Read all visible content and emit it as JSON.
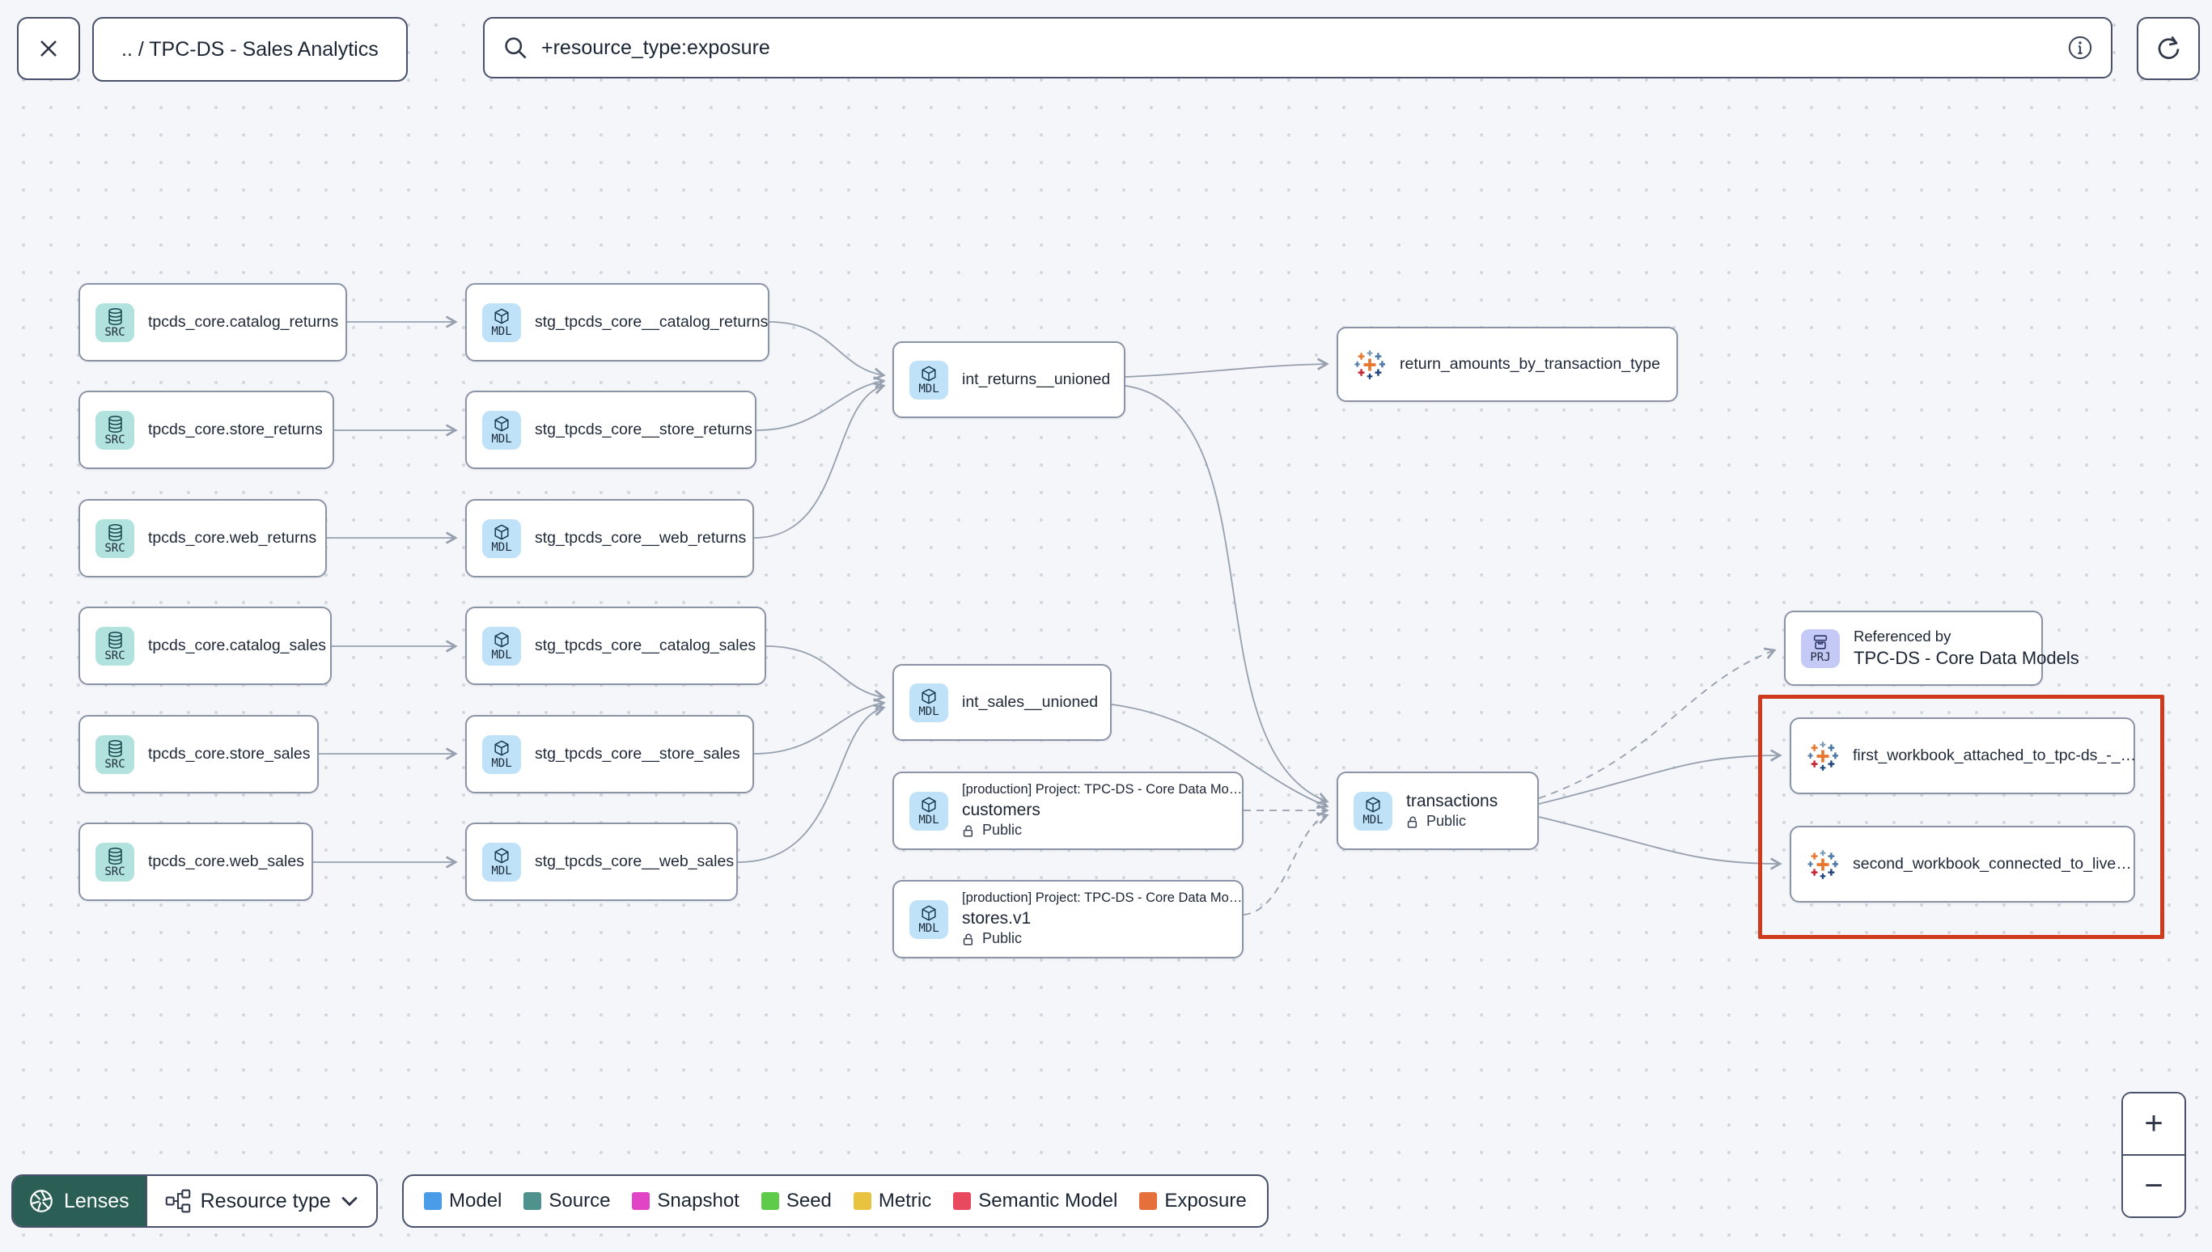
{
  "header": {
    "breadcrumb": ".. / TPC-DS - Sales Analytics",
    "search_value": "+resource_type:exposure"
  },
  "graph": {
    "badge_src": "SRC",
    "badge_mdl": "MDL",
    "badge_prj": "PRJ",
    "nodes": [
      {
        "label": "tpcds_core.catalog_returns"
      },
      {
        "label": "tpcds_core.store_returns"
      },
      {
        "label": "tpcds_core.web_returns"
      },
      {
        "label": "tpcds_core.catalog_sales"
      },
      {
        "label": "tpcds_core.store_sales"
      },
      {
        "label": "tpcds_core.web_sales"
      },
      {
        "label": "stg_tpcds_core__catalog_returns"
      },
      {
        "label": "stg_tpcds_core__store_returns"
      },
      {
        "label": "stg_tpcds_core__web_returns"
      },
      {
        "label": "stg_tpcds_core__catalog_sales"
      },
      {
        "label": "stg_tpcds_core__store_sales"
      },
      {
        "label": "stg_tpcds_core__web_sales"
      },
      {
        "label": "int_returns__unioned"
      },
      {
        "label": "int_sales__unioned"
      },
      {
        "label": "return_amounts_by_transaction_type"
      },
      {
        "project": "[production] Project: TPC-DS - Core Data Mo…",
        "label": "customers",
        "access": "Public"
      },
      {
        "project": "[production] Project: TPC-DS - Core Data Mo…",
        "label": "stores.v1",
        "access": "Public"
      },
      {
        "label": "transactions",
        "access": "Public"
      },
      {
        "title": "Referenced by",
        "label": "TPC-DS - Core Data Models"
      },
      {
        "label": "first_workbook_attached_to_tpc-ds_-_…"
      },
      {
        "label": "second_workbook_connected_to_live…"
      }
    ]
  },
  "footer": {
    "lenses_label": "Lenses",
    "resource_type_label": "Resource type",
    "legend": [
      {
        "label": "Model",
        "color": "#4a9ce8"
      },
      {
        "label": "Source",
        "color": "#4f918c"
      },
      {
        "label": "Snapshot",
        "color": "#e144c4"
      },
      {
        "label": "Seed",
        "color": "#5ecb4a"
      },
      {
        "label": "Metric",
        "color": "#e8c33f"
      },
      {
        "label": "Semantic Model",
        "color": "#e8495f"
      },
      {
        "label": "Exposure",
        "color": "#e5703c"
      }
    ]
  },
  "zoom_controls": {
    "zoom_in": "+",
    "zoom_out": "−"
  },
  "colors": {
    "highlight": "#cf3a1c",
    "lenses_bg": "#2b5e54"
  }
}
